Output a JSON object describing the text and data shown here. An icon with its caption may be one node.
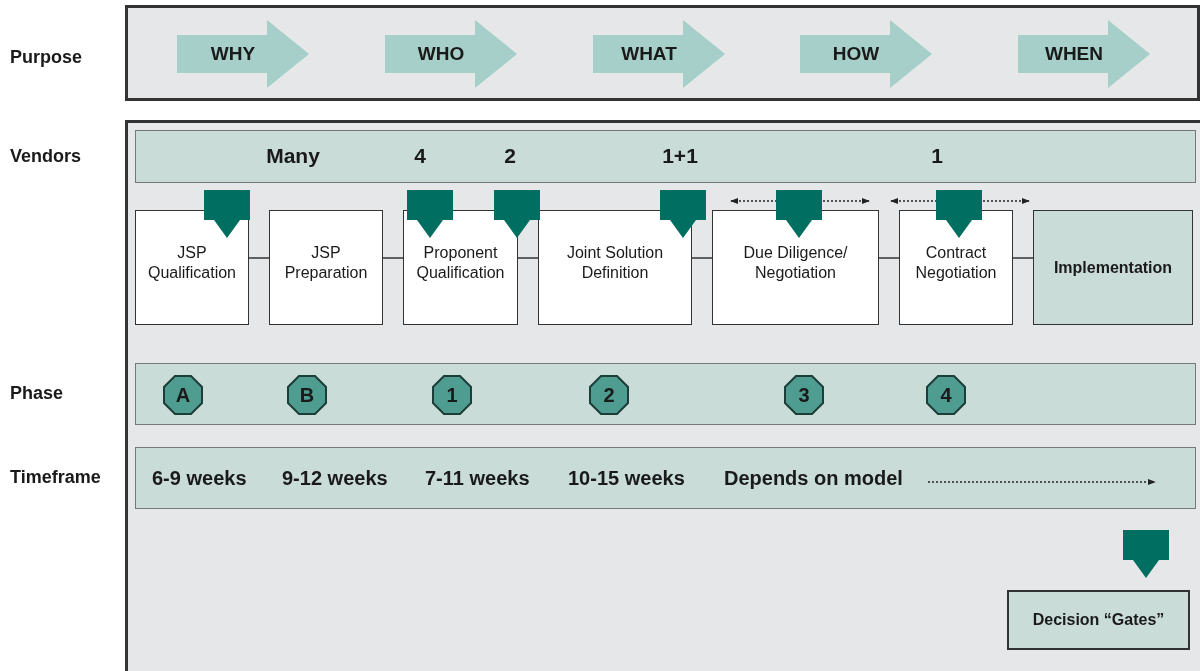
{
  "diagram": {
    "nodes": [
      {
        "text": [
          "Purpose"
        ]
      },
      {
        "text": [
          "WHY"
        ],
        "in": 0
      },
      {
        "text": [
          "WHO"
        ],
        "in": 0
      },
      {
        "text": [
          "WHAT"
        ],
        "in": 0
      },
      {
        "text": [
          "HOW"
        ],
        "in": 0
      },
      {
        "text": [
          "WHEN"
        ],
        "in": 0
      },
      {
        "text": [
          "Vendors",
          "Many",
          "4",
          "2",
          "1+1",
          "1"
        ]
      },
      {
        "text": [
          "JSP Qualification"
        ]
      },
      {
        "text": [
          "JSP Preparation"
        ]
      },
      {
        "text": [
          "Proponent Qualification"
        ]
      },
      {
        "text": [
          "Joint Solution Definition"
        ]
      },
      {
        "text": [
          "Due Diligence/ Negotiation"
        ]
      },
      {
        "text": [
          "Contract Negotiation"
        ]
      },
      {
        "text": [
          "Implementation"
        ]
      },
      {
        "text": [
          "Phase"
        ]
      },
      {
        "text": [
          "A"
        ],
        "in": 14
      },
      {
        "text": [
          "B"
        ],
        "in": 14
      },
      {
        "text": [
          "1"
        ],
        "in": 14
      },
      {
        "text": [
          "2"
        ],
        "in": 14
      },
      {
        "text": [
          "3"
        ],
        "in": 14
      },
      {
        "text": [
          "4"
        ],
        "in": 14
      },
      {
        "text": [
          "Timeframe",
          "6-9 weeks",
          "9-12 weeks",
          "7-11 weeks",
          "10-15 weeks",
          "Depends on model"
        ]
      },
      {
        "text": [
          "Decision “Gates”"
        ]
      },
      {
        "text": [],
        "shape": "arrow"
      },
      {
        "text": [],
        "shape": "arrow"
      },
      {
        "text": [],
        "shape": "arrow"
      },
      {
        "text": [],
        "shape": "arrow"
      },
      {
        "text": [],
        "shape": "arrow"
      },
      {
        "text": [],
        "shape": "arrow"
      },
      {
        "text": [],
        "shape": "arrow"
      }
    ],
    "edges": [
      {
        "from": 7,
        "to": 8,
        "arrow": "none"
      },
      {
        "from": 8,
        "to": 9,
        "arrow": "none"
      },
      {
        "from": 9,
        "to": 10,
        "arrow": "none"
      },
      {
        "from": 10,
        "to": 11,
        "arrow": "none"
      },
      {
        "from": 11,
        "to": 12,
        "arrow": "none"
      },
      {
        "from": 12,
        "to": 13,
        "arrow": "none"
      }
    ]
  }
}
